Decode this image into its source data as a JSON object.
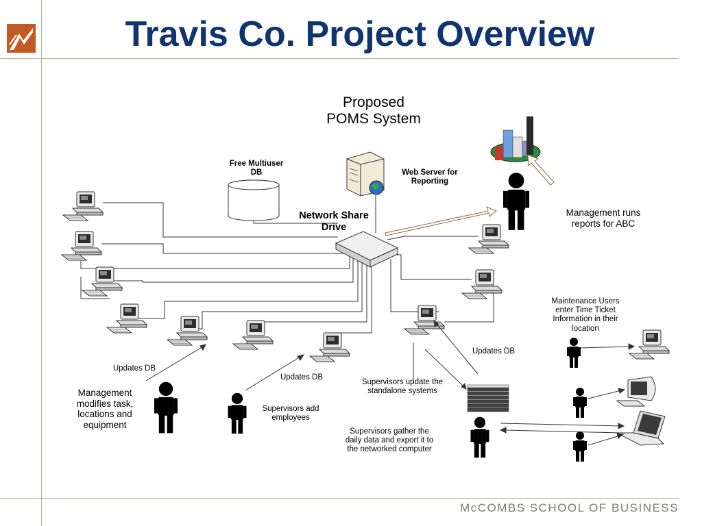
{
  "title": "Travis Co. Project Overview",
  "footer": {
    "mc": "McCOMBS SCHOOL OF BUSINESS"
  },
  "colors": {
    "title": "#0f3470",
    "logo": "#c35a25",
    "rule": "#b9ad9a",
    "footer": "#7a7a7a"
  },
  "diagram": {
    "heading_line1": "Proposed",
    "heading_line2": "POMS System",
    "db_label_line1": "Free Multiuser",
    "db_label_line2": "DB",
    "web_server_line1": "Web Server for",
    "web_server_line2": "Reporting",
    "share_line1": "Network Share",
    "share_line2": "Drive",
    "mgmt_reports_line1": "Management runs",
    "mgmt_reports_line2": "reports for ABC",
    "maint_line1": "Maintenance Users",
    "maint_line2": "enter Time Ticket",
    "maint_line3": "Information in their",
    "maint_line4": "location",
    "updates_db_left": "Updates DB",
    "updates_db_mid": "Updates DB",
    "updates_db_right": "Updates DB",
    "mgmt_modifies_line1": "Management",
    "mgmt_modifies_line2": "modifies task,",
    "mgmt_modifies_line3": "locations and",
    "mgmt_modifies_line4": "equipment",
    "sup_add_line1": "Supervisors add",
    "sup_add_line2": "employees",
    "sup_update_line1": "Supervisors update the",
    "sup_update_line2": "standalone systems",
    "sup_gather_line1": "Supervisors gather the",
    "sup_gather_line2": "daily data and export it to",
    "sup_gather_line3": "the networked computer"
  }
}
